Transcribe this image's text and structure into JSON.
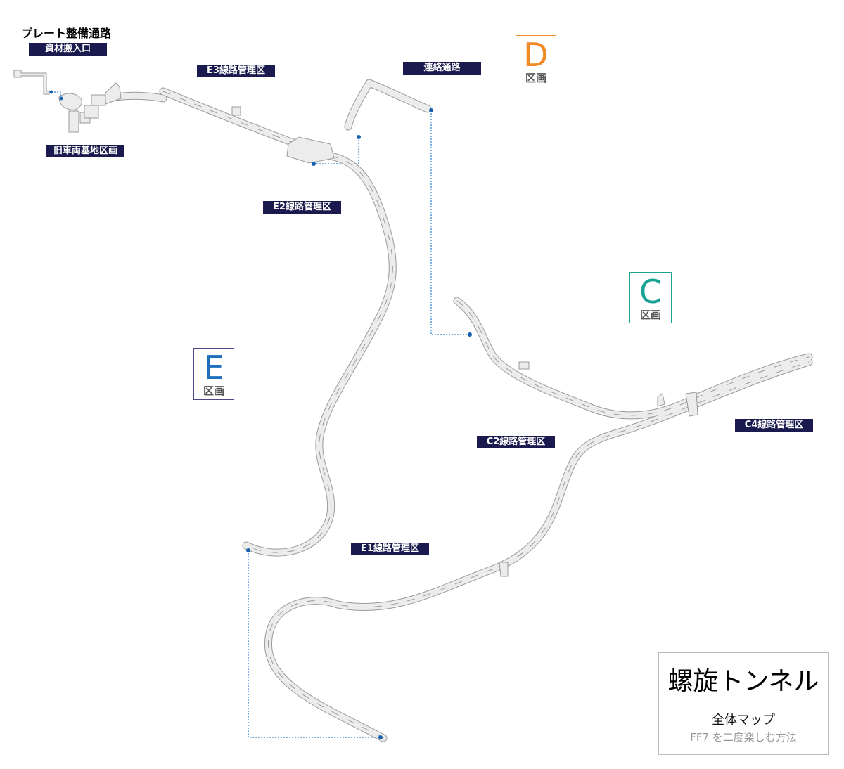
{
  "map": {
    "heading": "プレート整備通路",
    "labels": {
      "materials_entrance": "資材搬入口",
      "old_depot": "旧車両基地区画",
      "e3": "E3線路管理区",
      "e2": "E2線路管理区",
      "e1": "E1線路管理区",
      "connector": "連絡通路",
      "c2": "C2線路管理区",
      "c4": "C4線路管理区"
    },
    "sections": {
      "d": {
        "letter": "D",
        "sub": "区画",
        "color": "#f08a24"
      },
      "c": {
        "letter": "C",
        "sub": "区画",
        "color": "#1aa394"
      },
      "e": {
        "letter": "E",
        "sub": "区画",
        "color": "#1f6fbf"
      }
    },
    "title": {
      "main": "螺旋トンネル",
      "sub": "全体マップ",
      "credit": "FF7 を二度楽しむ方法"
    },
    "colors": {
      "label_bg": "#1a1a4e",
      "track_fill": "#ececec",
      "track_edge": "#9a9a9a",
      "connector_line": "#2a7fd4",
      "node": "#1560b0"
    }
  }
}
